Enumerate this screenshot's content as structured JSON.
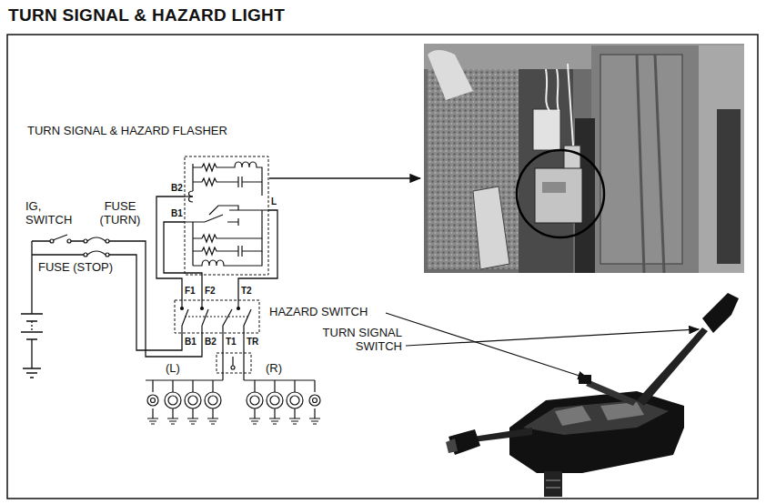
{
  "diagram": {
    "title": "TURN SIGNAL & HAZARD LIGHT",
    "labels": [
      "TURN SIGNAL & HAZARD FLASHER",
      "IG, SWITCH",
      "FUSE (TURN)",
      "FUSE (STOP)",
      "B2",
      "B1",
      "L",
      "F1",
      "F2",
      "T2",
      "B1",
      "B2",
      "T1",
      "TR",
      "(L)",
      "(R)",
      "HAZARD SWITCH",
      "TURN SIGNAL SWITCH"
    ]
  }
}
